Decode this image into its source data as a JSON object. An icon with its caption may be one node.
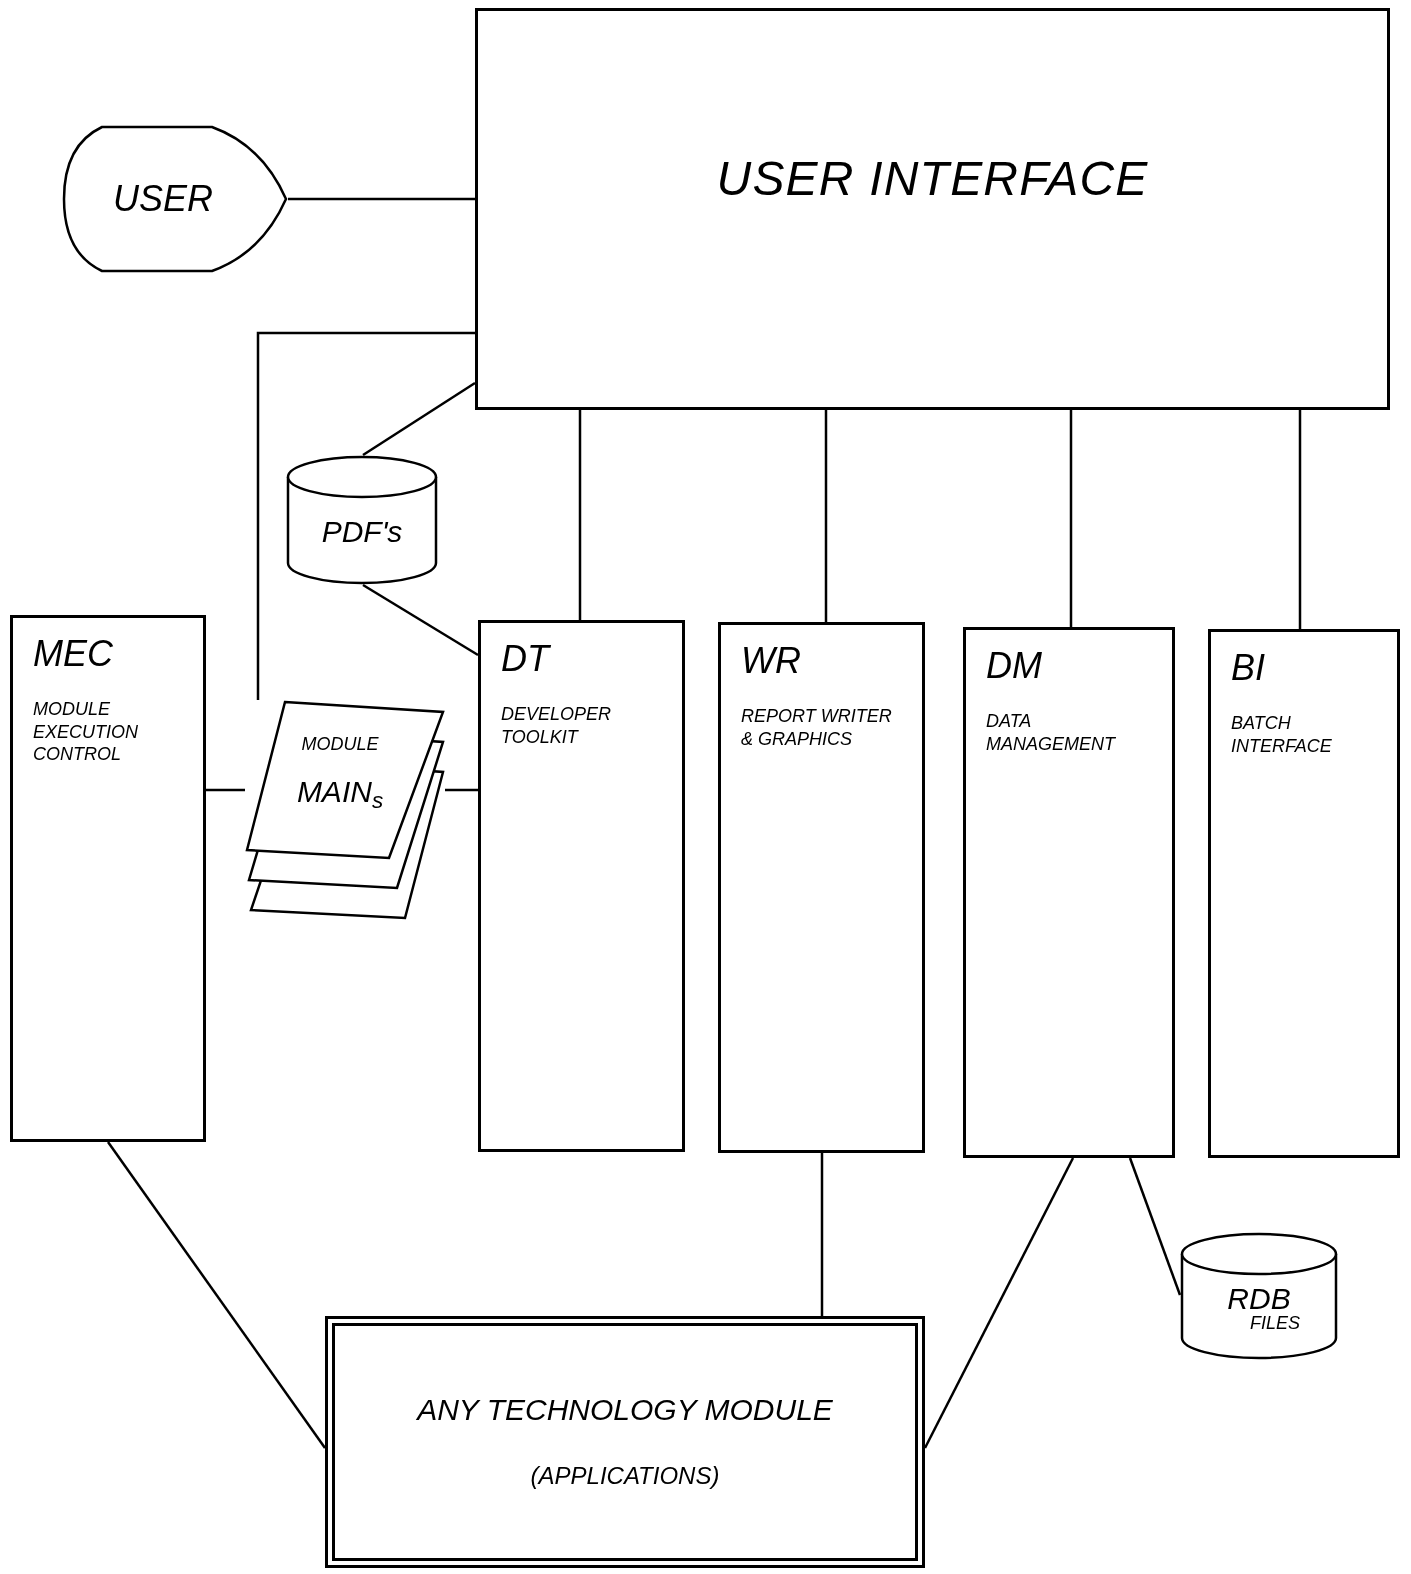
{
  "diagram": {
    "nodes": [
      {
        "text": [
          "USER"
        ]
      },
      {
        "text": [
          "USER INTERFACE"
        ]
      },
      {
        "text": [
          "PDF's"
        ]
      },
      {
        "text": [
          "MEC",
          "MODULE EXECUTION CONTROL"
        ]
      },
      {
        "text": [
          "MODULE",
          "MAIN$_{s}$"
        ]
      },
      {
        "text": [
          "DT",
          "DEVELOPER TOOLKIT"
        ]
      },
      {
        "text": [
          "WR",
          "REPORT WRITER & GRAPHICS"
        ]
      },
      {
        "text": [
          "DM",
          "DATA MANAGEMENT"
        ]
      },
      {
        "text": [
          "BI",
          "BATCH INTERFACE"
        ]
      },
      {
        "text": [
          "RDB",
          "FILES"
        ]
      },
      {
        "text": [
          "ANY TECHNOLOGY MODULE",
          "(APPLICATIONS)"
        ]
      }
    ],
    "edges": [
      {
        "from": 0,
        "to": 1,
        "arrow": "none"
      },
      {
        "from": 1,
        "to": 4,
        "arrow": "none"
      },
      {
        "from": 1,
        "to": 2,
        "arrow": "none"
      },
      {
        "from": 2,
        "to": 5,
        "arrow": "none"
      },
      {
        "from": 1,
        "to": 5,
        "arrow": "none"
      },
      {
        "from": 1,
        "to": 6,
        "arrow": "none"
      },
      {
        "from": 1,
        "to": 7,
        "arrow": "none"
      },
      {
        "from": 1,
        "to": 8,
        "arrow": "none"
      },
      {
        "from": 3,
        "to": 4,
        "arrow": "none"
      },
      {
        "from": 4,
        "to": 5,
        "arrow": "none"
      },
      {
        "from": 3,
        "to": 10,
        "arrow": "none"
      },
      {
        "from": 6,
        "to": 10,
        "arrow": "none"
      },
      {
        "from": 7,
        "to": 10,
        "arrow": "none"
      },
      {
        "from": 7,
        "to": 9,
        "arrow": "none"
      }
    ]
  }
}
